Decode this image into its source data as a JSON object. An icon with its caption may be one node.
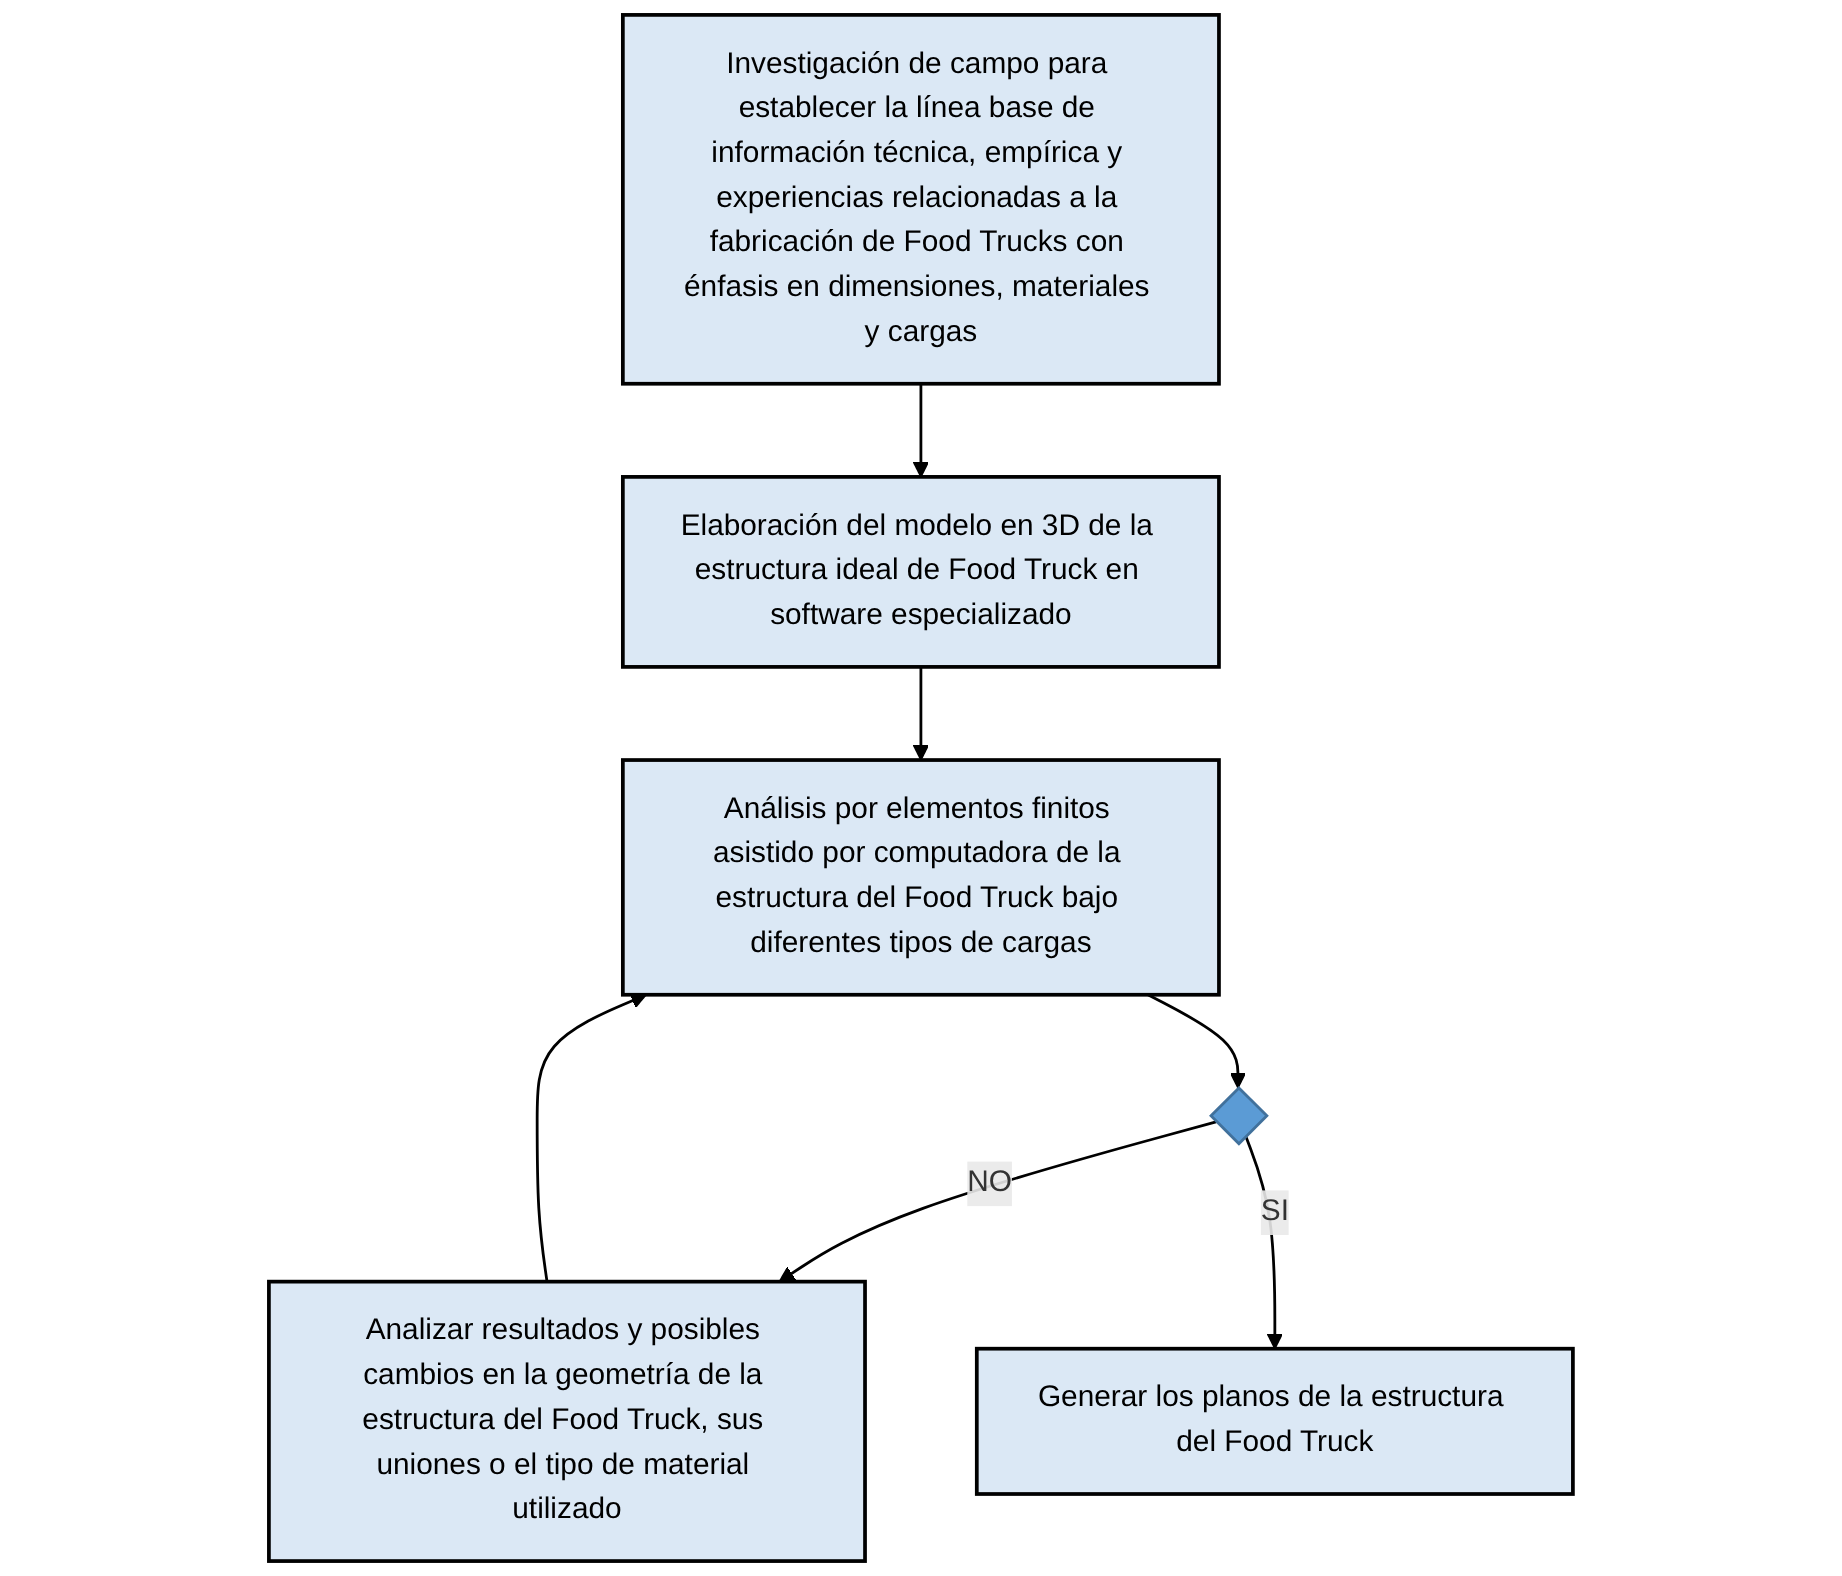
{
  "diagram": {
    "nodes": [
      {
        "text": [
          "Investigación de campo para establecer la línea base de información técnica, empírica y experiencias relacionadas a la fabricación de Food Trucks con énfasis en dimensiones, materiales y cargas"
        ]
      },
      {
        "text": [
          "Elaboración del modelo en 3D de la estructura ideal de Food Truck en software especializado"
        ]
      },
      {
        "text": [
          "Análisis por elementos finitos asistido por computadora de la estructura del Food Truck bajo diferentes tipos de cargas"
        ]
      },
      {
        "text": [],
        "shape": "diamond"
      },
      {
        "text": [
          "Analizar resultados y posibles cambios en la geometría de la estructura del Food Truck, sus uniones o el tipo de material utilizado"
        ]
      },
      {
        "text": [
          "Generar los planos de la estructura del Food Truck"
        ]
      }
    ],
    "edges": [
      {
        "from": 0,
        "to": 1,
        "arrow": "to"
      },
      {
        "from": 1,
        "to": 2,
        "arrow": "to"
      },
      {
        "from": 2,
        "to": 3,
        "arrow": "to"
      },
      {
        "from": 3,
        "to": 4,
        "arrow": "to",
        "label": "NO"
      },
      {
        "from": 4,
        "to": 2,
        "arrow": "to"
      },
      {
        "from": 3,
        "to": 5,
        "arrow": "to",
        "label": "SI"
      }
    ]
  }
}
